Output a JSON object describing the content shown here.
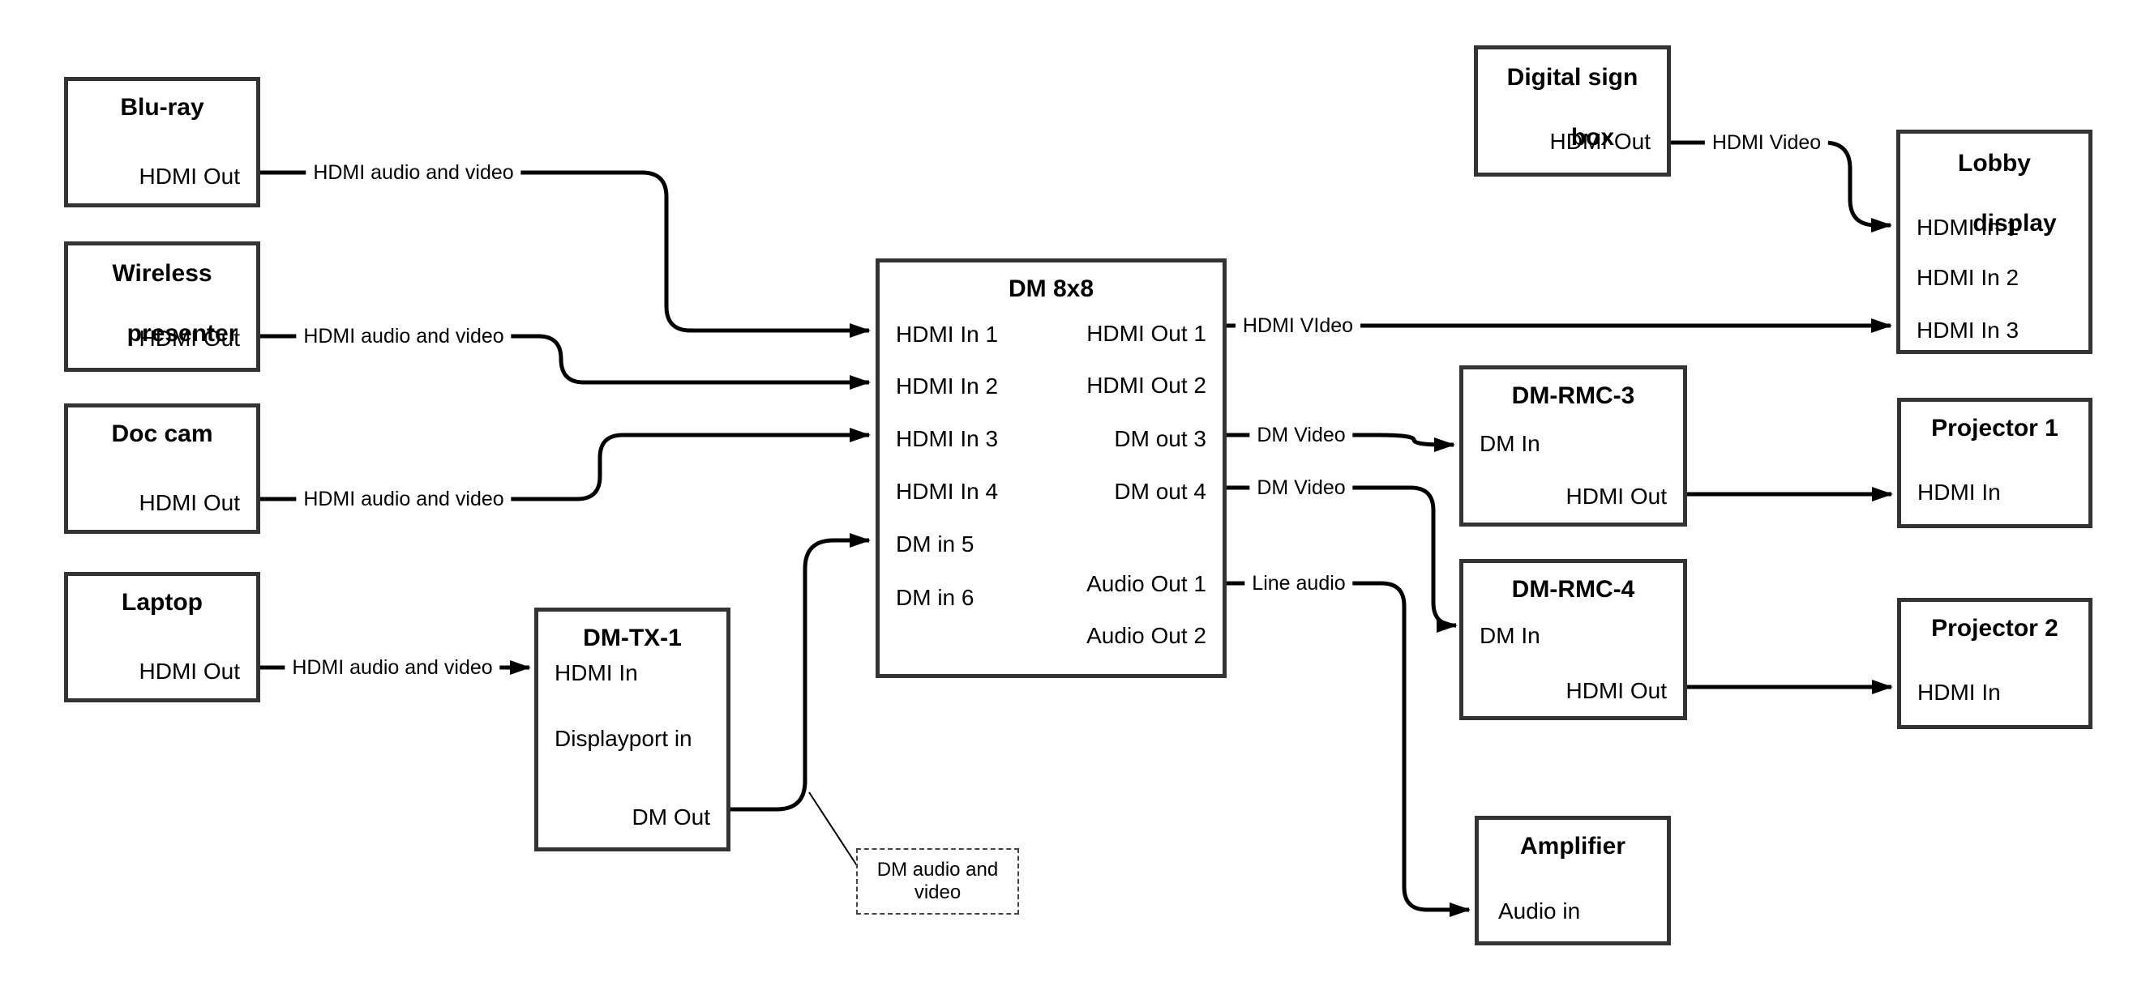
{
  "diagram": {
    "type": "signal-flow-diagram",
    "nodes": {
      "blu_ray": {
        "title_lines": [
          "Blu-ray"
        ],
        "ports": [
          "HDMI Out"
        ]
      },
      "wireless": {
        "title_lines": [
          "Wireless",
          "presenter"
        ],
        "ports": [
          "HDMI Out"
        ]
      },
      "doc_cam": {
        "title_lines": [
          "Doc cam"
        ],
        "ports": [
          "HDMI Out"
        ]
      },
      "laptop": {
        "title_lines": [
          "Laptop"
        ],
        "ports": [
          "HDMI Out"
        ]
      },
      "dm_tx_1": {
        "title_lines": [
          "DM-TX-1"
        ],
        "ports": [
          "HDMI In",
          "Displayport in",
          "DM Out"
        ]
      },
      "dm_8x8": {
        "title_lines": [
          "DM 8x8"
        ],
        "ports_left": [
          "HDMI In 1",
          "HDMI In 2",
          "HDMI In 3",
          "HDMI In 4",
          "DM in 5",
          "DM in 6"
        ],
        "ports_right": [
          "HDMI Out 1",
          "HDMI Out 2",
          "DM out 3",
          "DM out 4",
          "Audio Out 1",
          "Audio Out 2"
        ]
      },
      "digital_sign": {
        "title_lines": [
          "Digital sign",
          "box"
        ],
        "ports": [
          "HDMI Out"
        ]
      },
      "lobby_display": {
        "title_lines": [
          "Lobby",
          "display"
        ],
        "ports": [
          "HDMI In 1",
          "HDMI In 2",
          "HDMI In 3"
        ]
      },
      "dm_rmc_3": {
        "title_lines": [
          "DM-RMC-3"
        ],
        "ports": [
          "DM In",
          "HDMI Out"
        ]
      },
      "projector_1": {
        "title_lines": [
          "Projector 1"
        ],
        "ports": [
          "HDMI In"
        ]
      },
      "dm_rmc_4": {
        "title_lines": [
          "DM-RMC-4"
        ],
        "ports": [
          "DM In",
          "HDMI Out"
        ]
      },
      "projector_2": {
        "title_lines": [
          "Projector 2"
        ],
        "ports": [
          "HDMI In"
        ]
      },
      "amplifier": {
        "title_lines": [
          "Amplifier"
        ],
        "ports": [
          "Audio in"
        ]
      }
    },
    "edges": [
      {
        "from": "Blu-ray",
        "from_port": "HDMI Out",
        "to": "DM 8x8",
        "to_port": "HDMI In 1",
        "label": "HDMI audio and video"
      },
      {
        "from": "Wireless presenter",
        "from_port": "HDMI Out",
        "to": "DM 8x8",
        "to_port": "HDMI In 2",
        "label": "HDMI audio and video"
      },
      {
        "from": "Doc cam",
        "from_port": "HDMI Out",
        "to": "DM 8x8",
        "to_port": "HDMI In 3",
        "label": "HDMI audio and video"
      },
      {
        "from": "Laptop",
        "from_port": "HDMI Out",
        "to": "DM-TX-1",
        "to_port": "HDMI In",
        "label": "HDMI audio and video"
      },
      {
        "from": "DM-TX-1",
        "from_port": "DM Out",
        "to": "DM 8x8",
        "to_port": "DM in 5",
        "label": "DM audio and video"
      },
      {
        "from": "DM 8x8",
        "from_port": "HDMI Out 1",
        "to": "Lobby display",
        "to_port": "HDMI In 3",
        "label": "HDMI VIdeo"
      },
      {
        "from": "Digital sign box",
        "from_port": "HDMI Out",
        "to": "Lobby display",
        "to_port": "HDMI In 1",
        "label": "HDMI Video"
      },
      {
        "from": "DM 8x8",
        "from_port": "DM out 3",
        "to": "DM-RMC-3",
        "to_port": "DM In",
        "label": "DM Video"
      },
      {
        "from": "DM 8x8",
        "from_port": "DM out 4",
        "to": "DM-RMC-4",
        "to_port": "DM In",
        "label": "DM Video"
      },
      {
        "from": "DM 8x8",
        "from_port": "Audio Out 1",
        "to": "Amplifier",
        "to_port": "Audio in",
        "label": "Line audio"
      },
      {
        "from": "DM-RMC-3",
        "from_port": "HDMI Out",
        "to": "Projector 1",
        "to_port": "HDMI In",
        "label": ""
      },
      {
        "from": "DM-RMC-4",
        "from_port": "HDMI Out",
        "to": "Projector 2",
        "to_port": "HDMI In",
        "label": ""
      }
    ],
    "note": {
      "text_lines": [
        "DM audio and",
        "video"
      ]
    },
    "colors": {
      "wire": "#000000",
      "box_border": "#333333",
      "background": "#ffffff",
      "text": "#000000"
    }
  }
}
